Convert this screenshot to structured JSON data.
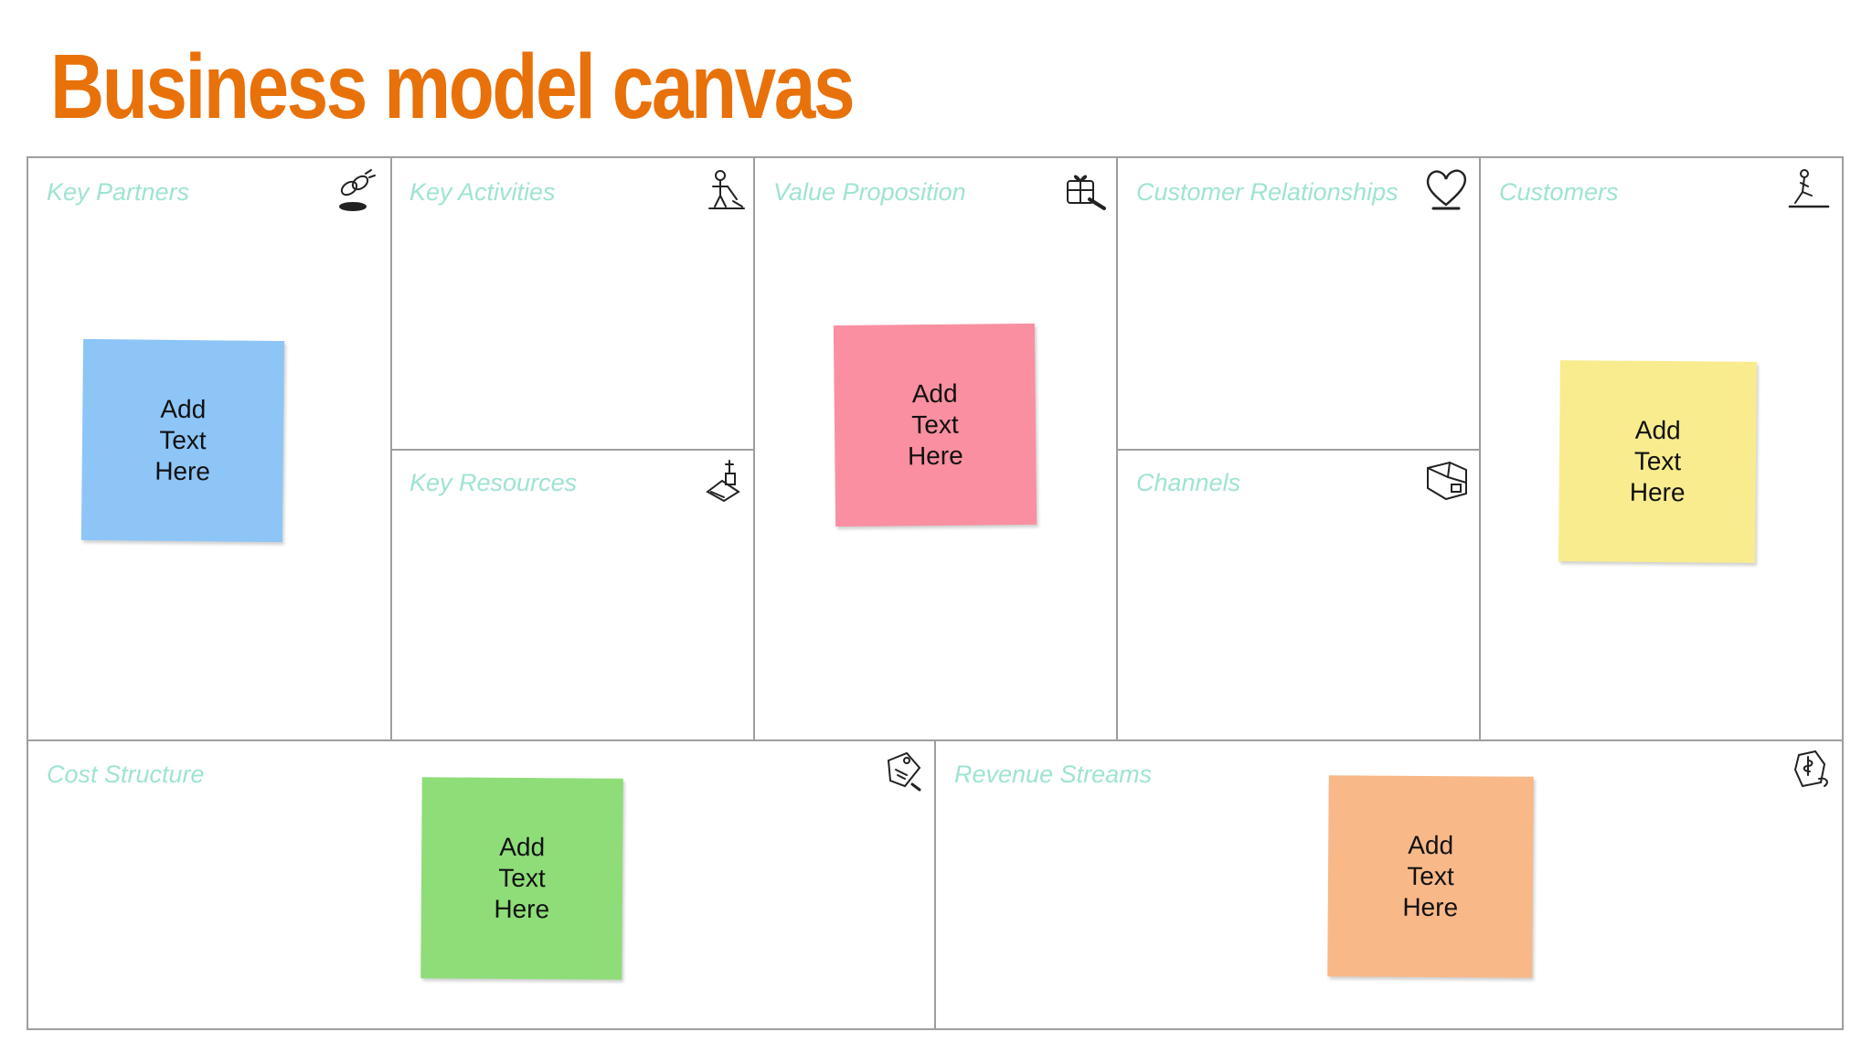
{
  "title": "Business model canvas",
  "colors": {
    "title": "#e8710a",
    "label": "#9fe3d3",
    "border": "#9e9e9e"
  },
  "blocks": {
    "key_partners": {
      "label": "Key Partners",
      "icon": "chain-link-icon"
    },
    "key_activities": {
      "label": "Key Activities",
      "icon": "worker-icon"
    },
    "key_resources": {
      "label": "Key Resources",
      "icon": "resources-icon"
    },
    "value_proposition": {
      "label": "Value Proposition",
      "icon": "gift-icon"
    },
    "customer_relationships": {
      "label": "Customer Relationships",
      "icon": "heart-icon"
    },
    "channels": {
      "label": "Channels",
      "icon": "truck-icon"
    },
    "customers": {
      "label": "Customers",
      "icon": "person-icon"
    },
    "cost_structure": {
      "label": "Cost Structure",
      "icon": "price-tag-icon"
    },
    "revenue_streams": {
      "label": "Revenue Streams",
      "icon": "money-bag-icon"
    }
  },
  "notes": {
    "blue": {
      "line1": "Add",
      "line2": "Text",
      "line3": "Here",
      "color": "#8ec5f7"
    },
    "pink": {
      "line1": "Add",
      "line2": "Text",
      "line3": "Here",
      "color": "#f98fa0"
    },
    "yellow": {
      "line1": "Add",
      "line2": "Text",
      "line3": "Here",
      "color": "#f8ec8e"
    },
    "green": {
      "line1": "Add",
      "line2": "Text",
      "line3": "Here",
      "color": "#8edd78"
    },
    "orange": {
      "line1": "Add",
      "line2": "Text",
      "line3": "Here",
      "color": "#f8b888"
    }
  }
}
